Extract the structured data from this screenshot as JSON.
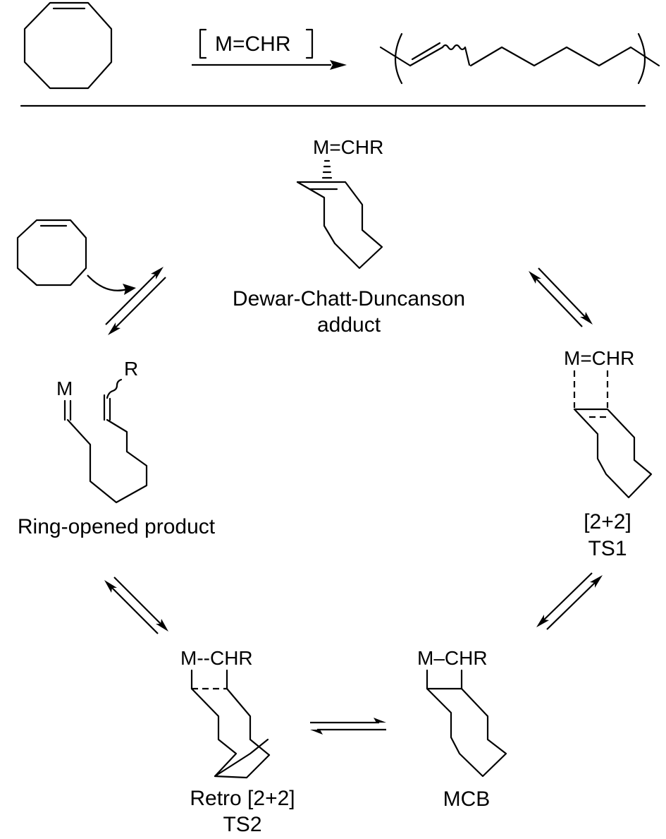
{
  "top_reaction": {
    "catalyst": "M=CHR"
  },
  "cycle": {
    "dcd_adduct": {
      "atom": "M=CHR",
      "label_line1": "Dewar-Chatt-Duncanson",
      "label_line2": "adduct"
    },
    "ts1": {
      "atom": "M=CHR",
      "label_line1": "[2+2]",
      "label_line2": "TS1"
    },
    "mcb": {
      "atom": "M–CHR",
      "label": "MCB"
    },
    "ts2": {
      "atom": "M--CHR",
      "label_line1": "Retro [2+2]",
      "label_line2": "TS2"
    },
    "ring_opened": {
      "atom_m": "M",
      "atom_r": "R",
      "label": "Ring-opened product"
    }
  },
  "colors": {
    "ink": "#000000",
    "background": "#ffffff"
  }
}
